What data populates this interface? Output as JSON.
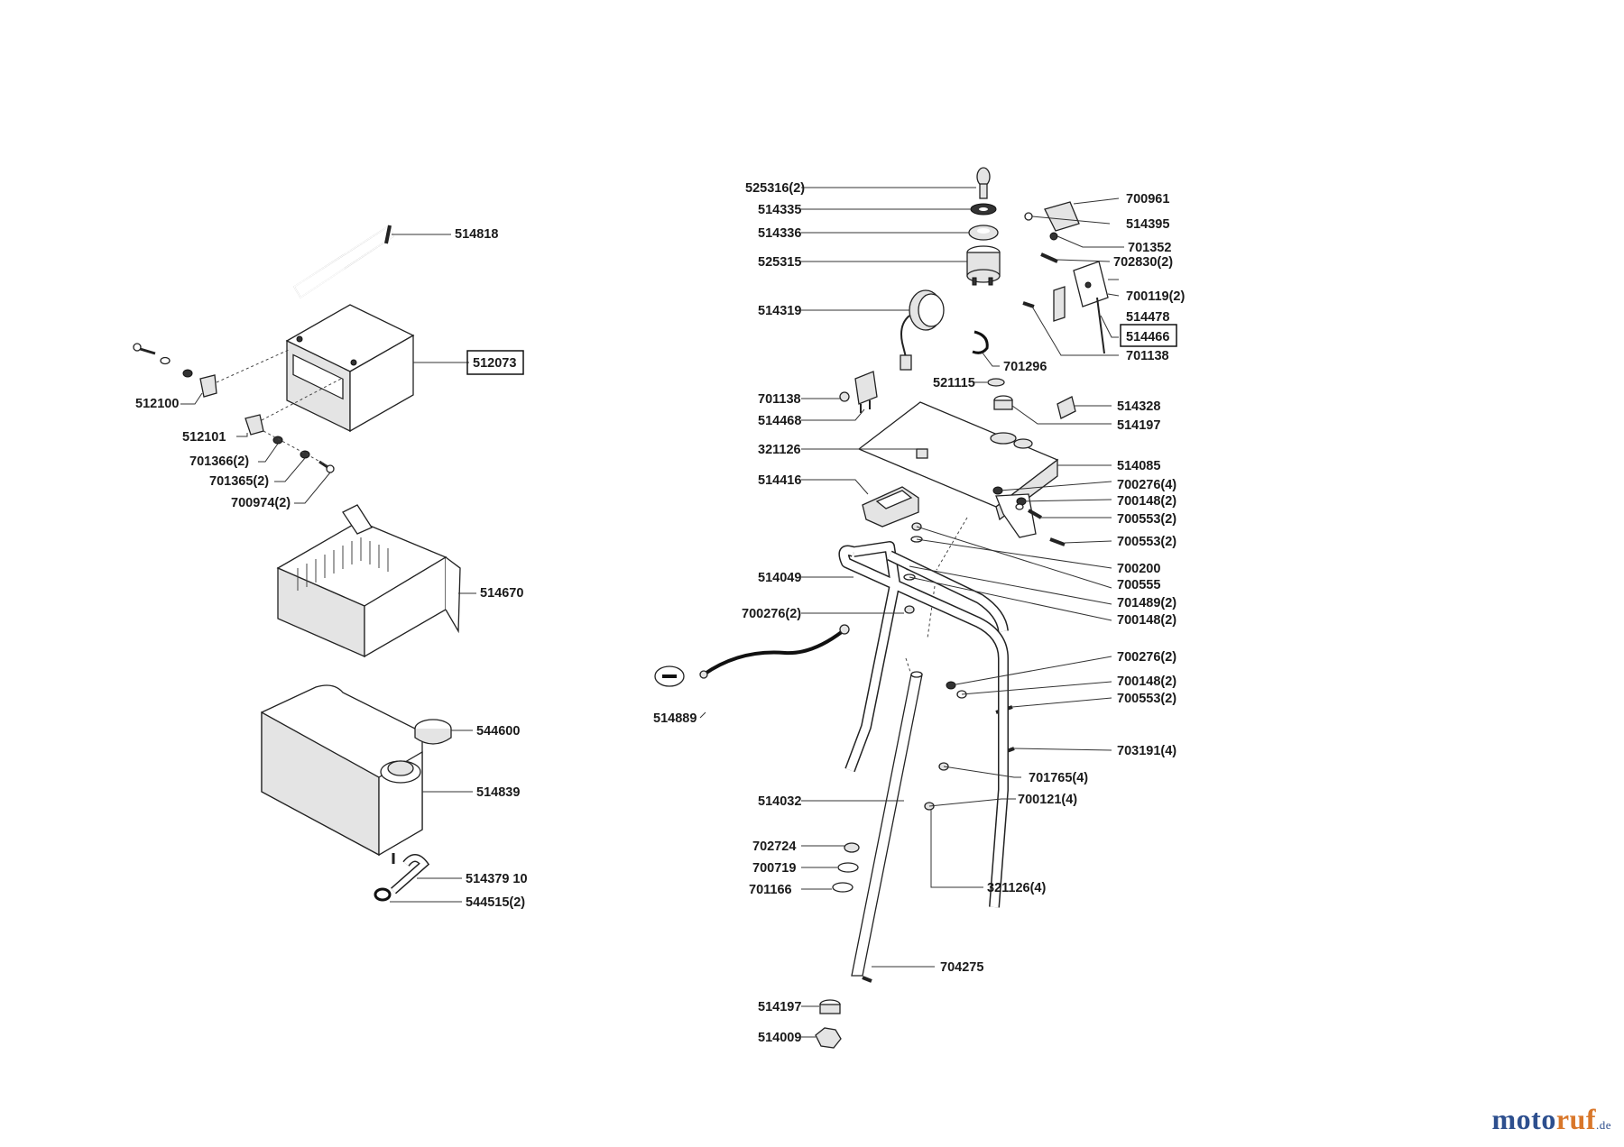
{
  "labels": {
    "p514818": "514818",
    "p512073": "512073",
    "p512100": "512100",
    "p512101": "512101",
    "p701366": "701366(2)",
    "p701365": "701365(2)",
    "p700974": "700974(2)",
    "p514670": "514670",
    "p544600": "544600",
    "p514839": "514839",
    "p514379": "514379 10",
    "p544515": "544515(2)",
    "p525316": "525316(2)",
    "p514335": "514335",
    "p514336": "514336",
    "p525315": "525315",
    "p514319": "514319",
    "p701296": "701296",
    "p701138a": "701138",
    "p514468": "514468",
    "p521115": "521115",
    "p321126a": "321126",
    "p514416": "514416",
    "p514049": "514049",
    "p700276b": "700276(2)",
    "p514889": "514889",
    "p514032": "514032",
    "p702724": "702724",
    "p700719": "700719",
    "p701166": "701166",
    "p514197b": "514197",
    "p514009": "514009",
    "p700961": "700961",
    "p514395": "514395",
    "p701352": "701352",
    "p702830": "702830(2)",
    "p700119": "700119(2)",
    "p514478": "514478",
    "p514466": "514466",
    "p701138b": "701138",
    "p514328": "514328",
    "p514197a": "514197",
    "p514085": "514085",
    "p700276a": "700276(4)",
    "p700148a": "700148(2)",
    "p700553a": "700553(2)",
    "p700553b": "700553(2)",
    "p700200": "700200",
    "p700555": "700555",
    "p701489": "701489(2)",
    "p700148b": "700148(2)",
    "p700276c": "700276(2)",
    "p700148c": "700148(2)",
    "p700553c": "700553(2)",
    "p703191": "703191(4)",
    "p701765": "701765(4)",
    "p700121": "700121(4)",
    "p321126b": "321126(4)",
    "p704275": "704275"
  },
  "logo": {
    "part1": "moto",
    "part2": "ruf",
    "domain": ".de"
  }
}
